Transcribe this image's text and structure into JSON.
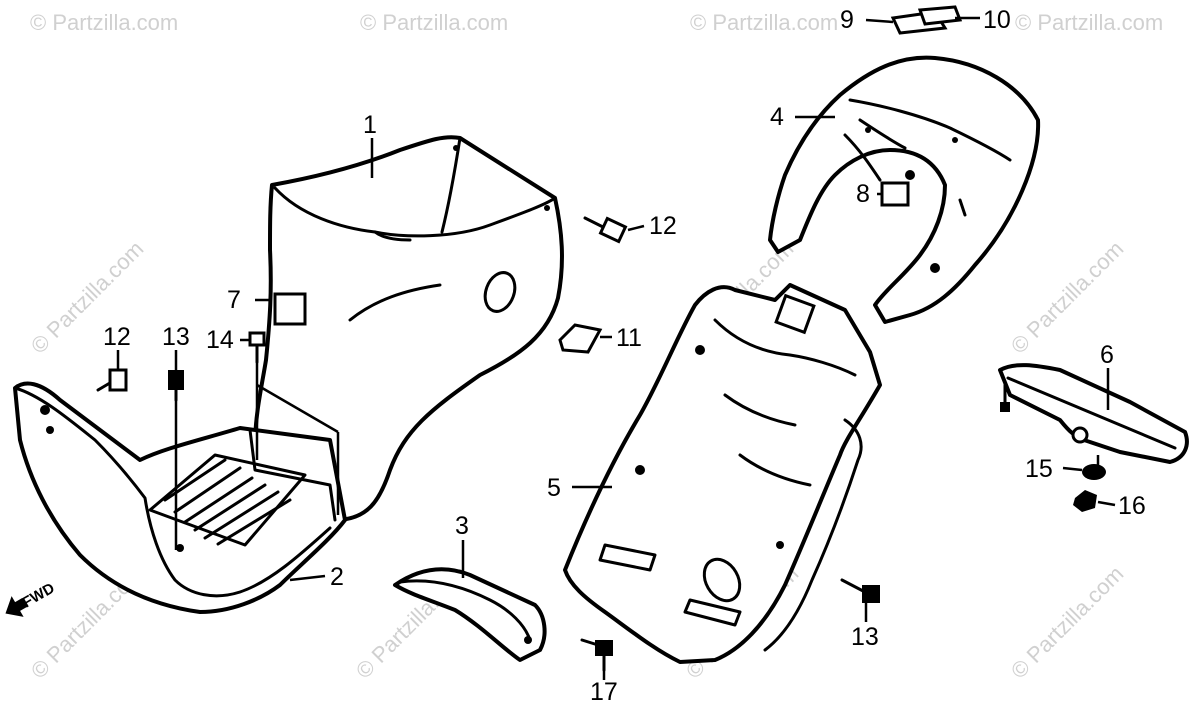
{
  "watermark": "© Partzilla.com",
  "fwd_label": "FWD",
  "callouts": [
    "1",
    "2",
    "3",
    "4",
    "5",
    "6",
    "7",
    "8",
    "9",
    "10",
    "11",
    "12",
    "12",
    "13",
    "13",
    "14",
    "15",
    "16",
    "17"
  ]
}
